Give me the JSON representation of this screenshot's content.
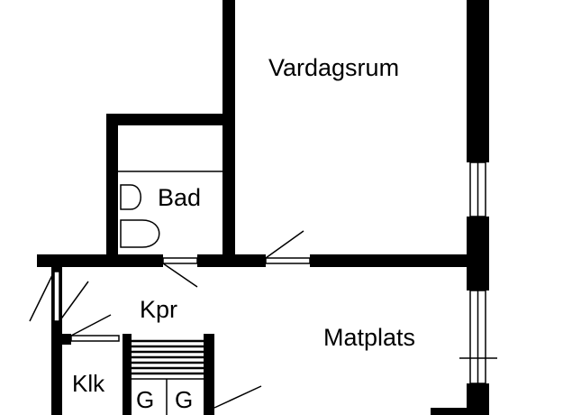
{
  "rooms": {
    "vardagsrum": "Vardagsrum",
    "bad": "Bad",
    "kpr": "Kpr",
    "matplats": "Matplats",
    "klk": "Klk",
    "g1": "G",
    "g2": "G"
  },
  "colors": {
    "wall": "#000000",
    "background": "#ffffff"
  }
}
